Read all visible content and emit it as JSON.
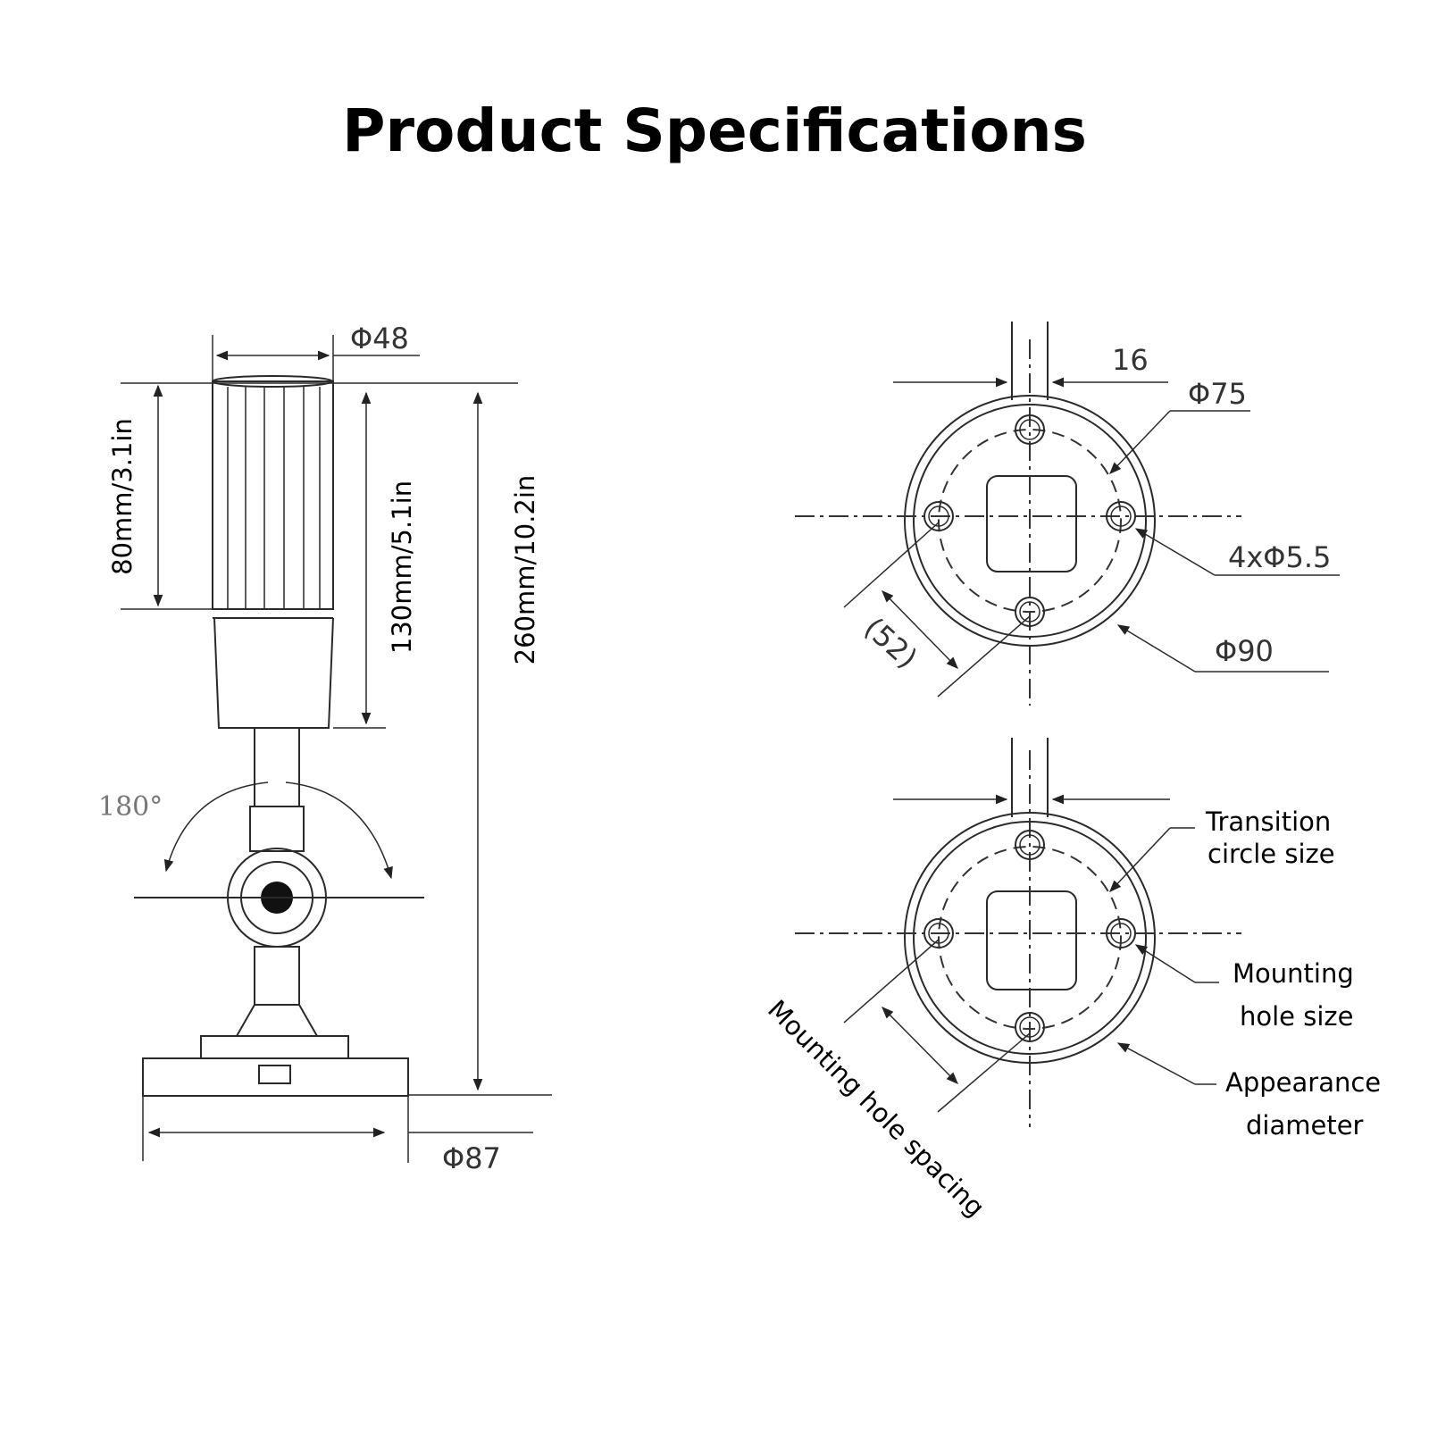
{
  "title": "Product Specifications",
  "side_view": {
    "head_diameter": "Φ48",
    "head_height": "80mm/3.1in",
    "lamp_height": "130mm/5.1in",
    "total_height": "260mm/10.2in",
    "rotation": "180°",
    "base_diameter": "Φ87"
  },
  "top_view": {
    "stem_width": "16",
    "transition_circle": "Φ75",
    "mounting_holes": "4xΦ5.5",
    "outer_diameter": "Φ90",
    "hole_spacing": "(52)"
  },
  "legend_view": {
    "transition_label_1": "Transition",
    "transition_label_2": "circle size",
    "mounting_label_1": "Mounting",
    "mounting_label_2": "hole size",
    "appearance_label_1": "Appearance",
    "appearance_label_2": "diameter",
    "spacing_label": "Mounting hole spacing"
  }
}
